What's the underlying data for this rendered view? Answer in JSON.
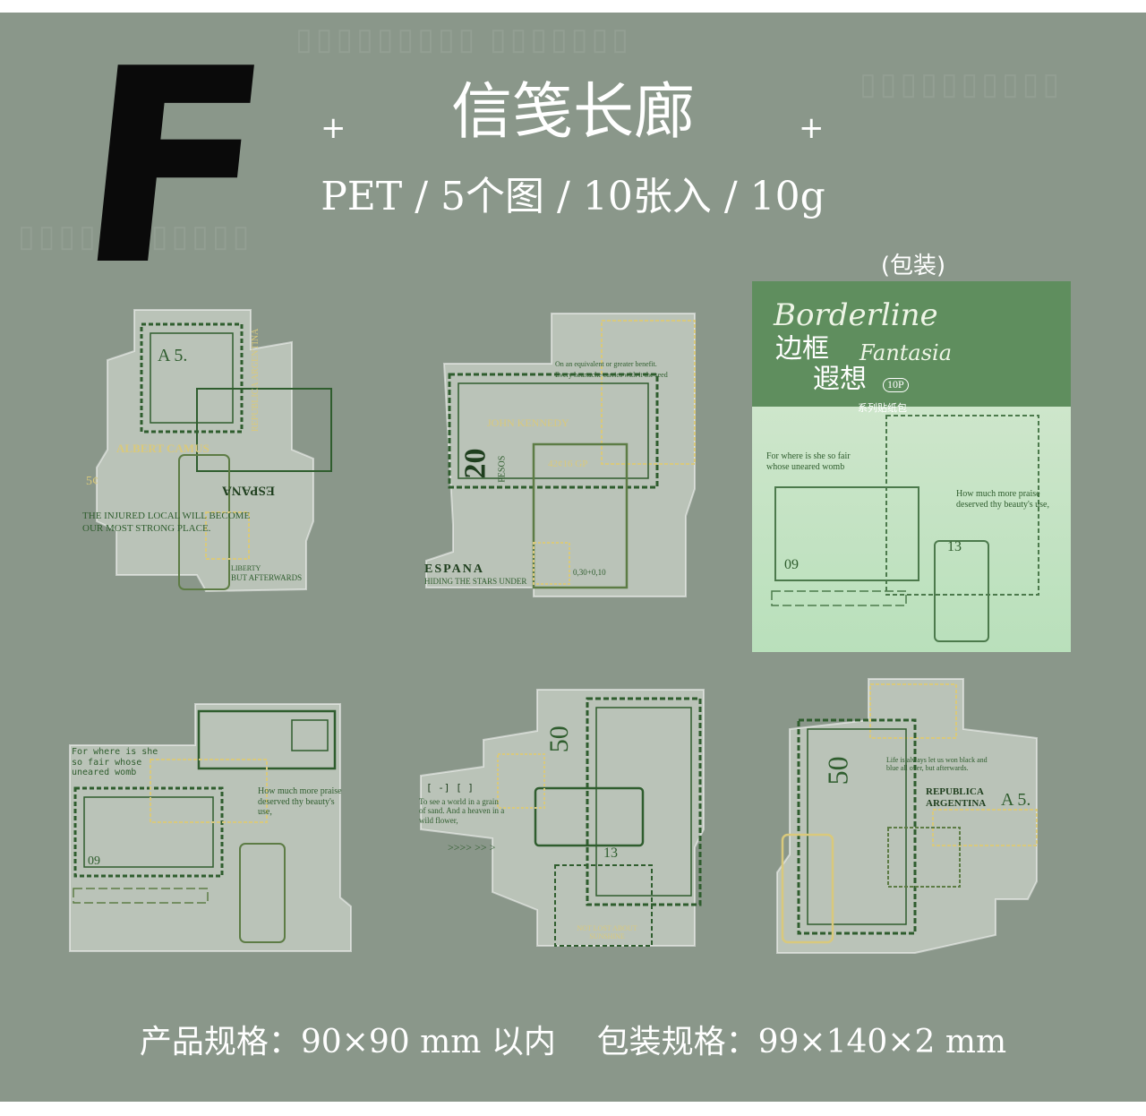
{
  "header": {
    "letter": "F",
    "plus_left": "+",
    "plus_right": "+",
    "title": "信笺长廊",
    "subtitle": "PET / 5个图 / 10张入 / 10g"
  },
  "package": {
    "label": "(包装)",
    "script_line1": "Borderline",
    "script_line2": "Fantasia",
    "cn_line1": "边框",
    "cn_line2": "遐想",
    "badge": "10P",
    "series": "系列贴纸包",
    "text1": "For where is she so fair whose uneared womb",
    "text2": "How much more praise deserved thy beauty's use,",
    "num09": "09",
    "num13": "13"
  },
  "stickers": [
    {
      "a5": "A 5.",
      "camus": "ALBERT CAMUS",
      "espana": "ESPANA",
      "num": "5¢",
      "line1": "THE INJURED LOCAL WILL BECOME",
      "line2": "OUR MOST STRONG PLACE.",
      "liberty": "LIBERTY",
      "after": "BUT AFTERWARDS",
      "republica": "REPUBLICA ARGENTINA"
    },
    {
      "quote1": "On an equivalent or greater benefit.",
      "quote2": "Every heartache carries with it the seed",
      "kennedy": "JOHN KENNEDY",
      "num20": "20",
      "pesos": "PESOS",
      "gp": "42¢16 GP",
      "espana": "ESPANA",
      "hiding": "HIDING THE STARS UNDER",
      "price": "0,30+0,10"
    },
    {
      "text1": "For where is she so fair whose uneared womb",
      "text2": "How much more praise deserved thy beauty's use,",
      "num09": "09"
    },
    {
      "fifty": "50",
      "bracket": "[ -] [ ]",
      "world": "To see a world in a grain of sand. And a heaven in a wild flower,",
      "arrows": ">>>> >> >",
      "num13": "13",
      "notlost": "NOT LOST ABOUT SUNSHINE"
    },
    {
      "fifty": "50",
      "life": "Life is always let us won black and blue all over, but afterwards.",
      "republica": "REPUBLICA ARGENTINA",
      "a5": "A 5."
    }
  ],
  "spec": {
    "text": "产品规格：90×90 mm 以内    包装规格：99×140×2 mm"
  }
}
